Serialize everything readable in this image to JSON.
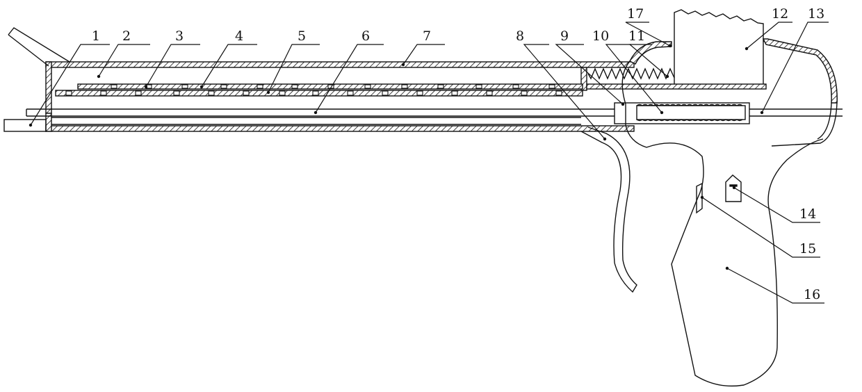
{
  "labels": {
    "l1": "1",
    "l2": "2",
    "l3": "3",
    "l4": "4",
    "l5": "5",
    "l6": "6",
    "l7": "7",
    "l8": "8",
    "l9": "9",
    "l10": "10",
    "l11": "11",
    "l12": "12",
    "l13": "13",
    "l14": "14",
    "l15": "15",
    "l16": "16",
    "l17": "17"
  },
  "colors": {
    "stroke": "#111111",
    "background": "#ffffff"
  }
}
